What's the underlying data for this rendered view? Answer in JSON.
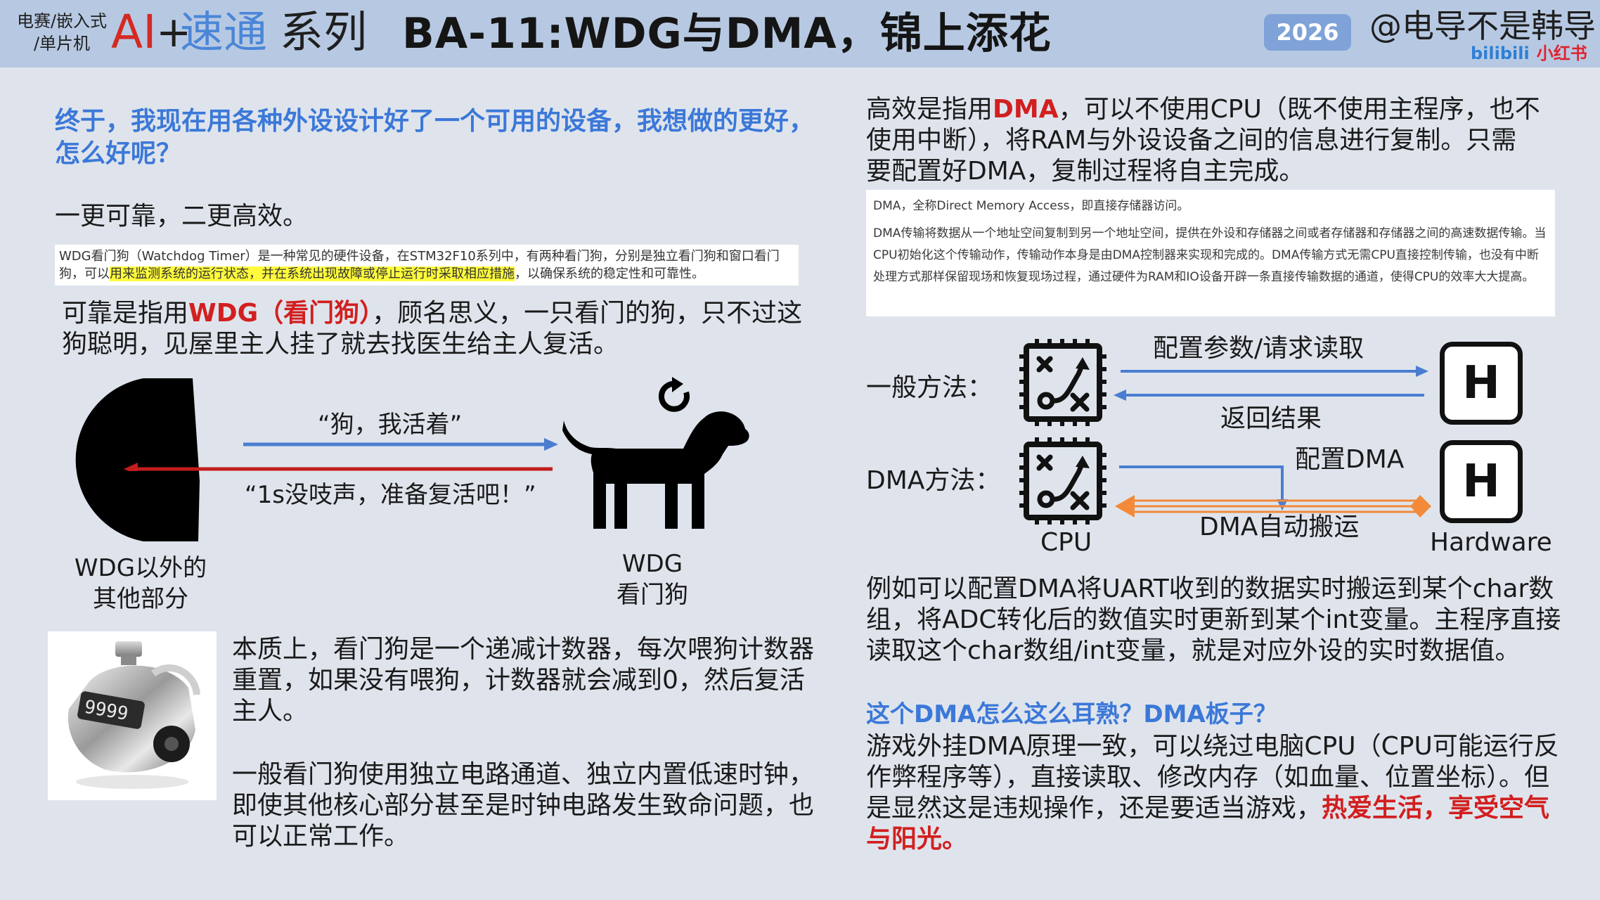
{
  "header": {
    "series_tag_line1": "电赛/嵌入式",
    "series_tag_line2": "/单片机",
    "brand_ai": "AI",
    "brand_plus": "+",
    "brand_sutong": "速通",
    "brand_xilie": "系列",
    "title": "BA-11:WDG与DMA，锦上添花",
    "year": "2026",
    "author": "@电导不是韩导",
    "platform_bilibili": "bilibili",
    "platform_xhs": "小红书"
  },
  "left": {
    "question": "终于，我现在用各种外设设计好了一个可用的设备，我想做的更好，怎么好呢？",
    "answer": "一更可靠，二更高效。",
    "wdg_quote_before": "WDG看门狗（Watchdog Timer）是一种常见的硬件设备，在STM32F10系列中，有两种看门狗，分别是独立看门狗和窗口看门狗，可以",
    "wdg_quote_highlight": "用来监测系统的运行状态，并在系统出现故障或停止运行时采取相应措施",
    "wdg_quote_after": "，以确保系统的稳定性和可靠性。",
    "reliable_prefix": "可靠是指用",
    "reliable_term": "WDG（看门狗）",
    "reliable_suffix": "，顾名思义，一只看门的狗，只不过这狗聪明，见屋里主人挂了就去找医生给主人复活。",
    "arrow_top_label": "“狗，我活着”",
    "arrow_bottom_label": "“1s没吱声，准备复活吧！”",
    "other_parts_line1": "WDG以外的",
    "other_parts_line2": "其他部分",
    "wdg_caption_line1": "WDG",
    "wdg_caption_line2": "看门狗",
    "counter_digits": "9999",
    "essence_text": "本质上，看门狗是一个递减计数器，每次喂狗计数器重置，如果没有喂狗，计数器就会减到0，然后复活主人。",
    "independent_text": "一般看门狗使用独立电路通道、独立内置低速时钟，即使其他核心部分甚至是时钟电路发生致命问题，也可以正常工作。"
  },
  "right": {
    "dma_intro_prefix": "高效是指用",
    "dma_intro_term": "DMA",
    "dma_intro_suffix": "，可以不使用CPU（既不使用主程序，也不使用中断），将RAM与外设设备之间的信息进行复制。只需要配置好DMA，复制过程将自主完成。",
    "dma_quote_p1": "DMA，全称Direct Memory Access，即直接存储器访问。",
    "dma_quote_p2": "DMA传输将数据从一个地址空间复制到另一个地址空间，提供在外设和存储器之间或者存储器和存储器之间的高速数据传输。当CPU初始化这个传输动作，传输动作本身是由DMA控制器来实现和完成的。DMA传输方式无需CPU直接控制传输，也没有中断处理方式那样保留现场和恢复现场过程，通过硬件为RAM和IO设备开辟一条直接传输数据的通道，使得CPU的效率大大提高。",
    "general_method_label": "一般方法：",
    "config_request_label": "配置参数/请求读取",
    "return_result_label": "返回结果",
    "dma_method_label": "DMA方法：",
    "config_dma_label": "配置DMA",
    "dma_auto_label": "DMA自动搬运",
    "cpu_label": "CPU",
    "hardware_label": "Hardware",
    "h_letter": "H",
    "example_text": "例如可以配置DMA将UART收到的数据实时搬运到某个char数组，将ADC转化后的数值实时更新到某个int变量。主程序直接读取这个char数组/int变量，就是对应外设的实时数据值。",
    "dma_board_question": "这个DMA怎么这么耳熟？DMA板子？",
    "game_text": "游戏外挂DMA原理一致，可以绕过电脑CPU（CPU可能运行反作弊程序等），直接读取、修改内存（如血量、位置坐标）。但是显然这是违规操作，还是要适当游戏，",
    "game_text_red": "热爱生活，享受空气与阳光。"
  },
  "colors": {
    "header_bg": "#b7c9e2",
    "page_bg": "#dfe4ec",
    "accent_blue": "#3b78d8",
    "accent_red": "#d21f1f",
    "dma_orange": "#f28a3a",
    "highlight_yellow": "#fffb3b"
  },
  "icons": [
    "cpu-icon",
    "dog-icon",
    "refresh-icon",
    "hand-counter-icon",
    "hardware-h-icon"
  ]
}
